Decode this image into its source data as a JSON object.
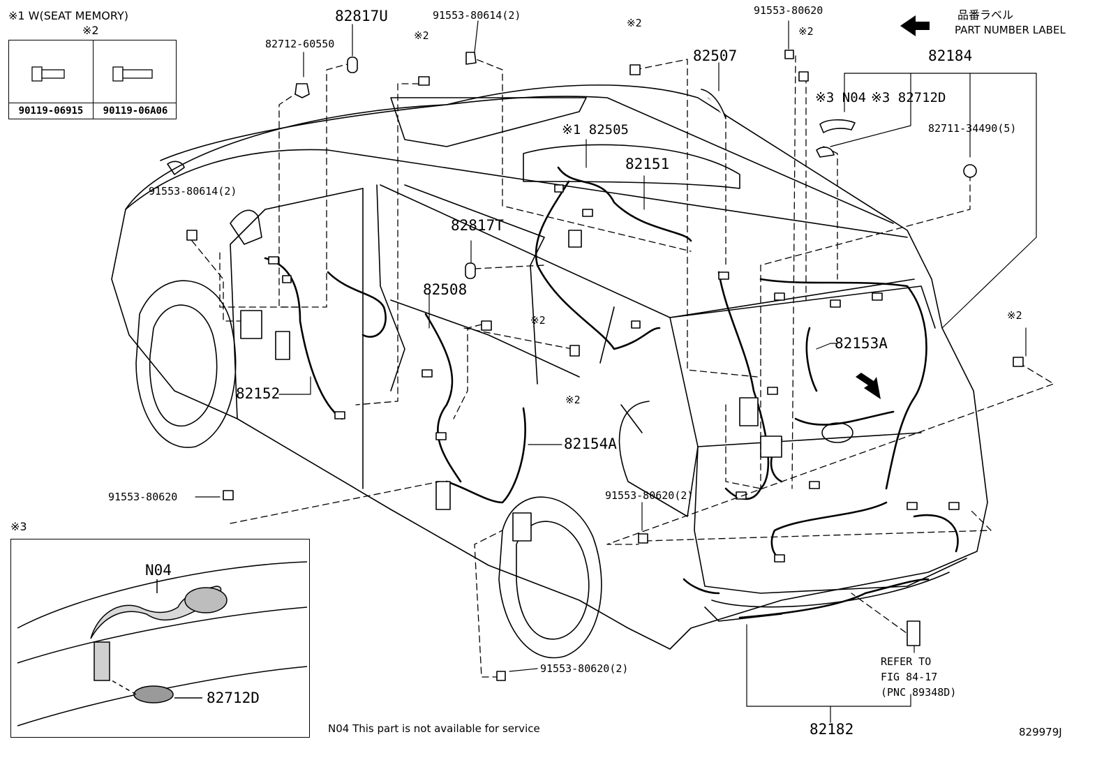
{
  "header": {
    "note1": "※1 W(SEAT MEMORY)",
    "note1_sub": "※2",
    "legend_left_pn": "90119-06915",
    "legend_right_pn": "90119-06A06",
    "arrow_label_jp": "品番ラベル",
    "arrow_label_en": "PART NUMBER LABEL"
  },
  "callouts": {
    "p82712_60550": "82712-60550",
    "p82817U": "82817U",
    "p91553_80614_top": "91553-80614(2)",
    "note2_a": "※2",
    "note2_b": "※2",
    "p82507": "82507",
    "p91553_80620_top": "91553-80620",
    "note2_c": "※2",
    "p82184": "82184",
    "n04_label": "※3 N04",
    "p82712D_label": "※3 82712D",
    "p82711_34490": "82711-34490(5)",
    "p82505": "※1 82505",
    "p82151": "82151",
    "p91553_80614_left": "91553-80614(2)",
    "p82817T": "82817T",
    "p82508": "82508",
    "note2_d": "※2",
    "note2_e": "※2",
    "p82153A": "82153A",
    "note2_f": "※2",
    "p82152": "82152",
    "p82154A": "82154A",
    "p91553_80620_left": "91553-80620",
    "p91553_80620_mid": "91553-80620(2)",
    "p91553_80620_bottom": "91553-80620(2)",
    "refer1": "REFER TO",
    "refer2": "FIG 84-17",
    "refer3": "(PNC 89348D)",
    "p82182": "82182"
  },
  "detail": {
    "title": "※3",
    "n04": "N04",
    "p82712D": "82712D"
  },
  "footer": {
    "note": "N04  This part is not available for service",
    "figure_id": "829979J"
  }
}
